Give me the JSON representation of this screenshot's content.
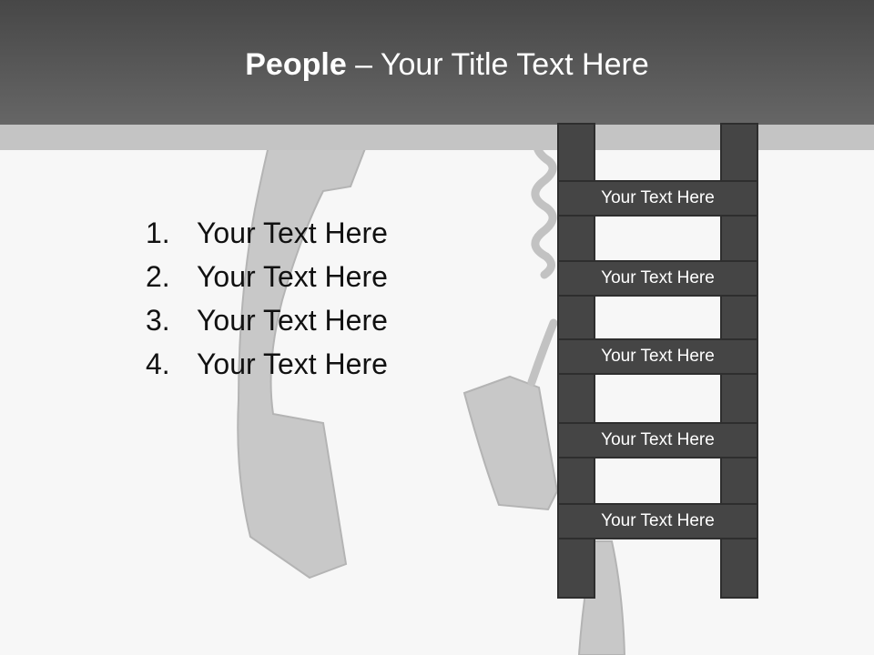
{
  "header": {
    "title_bold": "People",
    "title_rest": " – Your Title Text Here"
  },
  "list": [
    {
      "num": "1.",
      "text": "Your Text Here"
    },
    {
      "num": "2.",
      "text": "Your Text Here"
    },
    {
      "num": "3.",
      "text": "Your Text Here"
    },
    {
      "num": "4.",
      "text": "Your Text Here"
    }
  ],
  "ladder": {
    "rungs": [
      "Your Text Here",
      "Your Text Here",
      "Your Text Here",
      "Your Text Here",
      "Your Text Here"
    ]
  },
  "colors": {
    "header": "#555555",
    "band": "#c4c4c4",
    "ladder": "#454545",
    "background": "#f7f7f7"
  }
}
